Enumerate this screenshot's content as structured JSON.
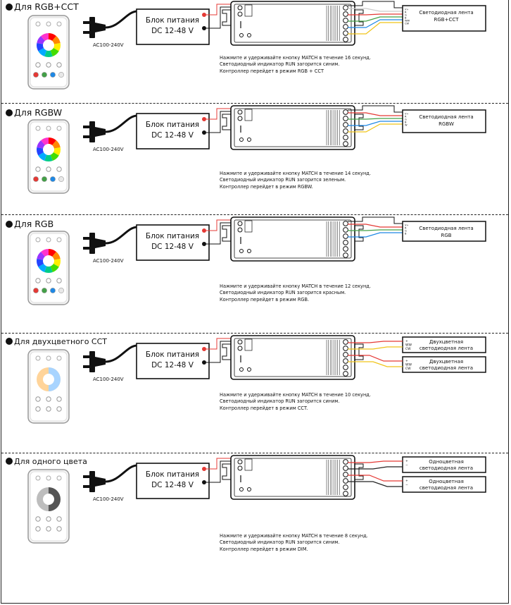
{
  "sections": [
    {
      "title": "Для RGB+CCT",
      "remote": "rgb",
      "remote_buttons": [
        "red",
        "green",
        "blue",
        "white"
      ],
      "ac_label": "AC100-240V",
      "psu_line1": "Блок питания",
      "psu_line2": "DC 12-48 V",
      "wire_colors": [
        "#ffffff",
        "#e53935",
        "#43a047",
        "#1e88e5",
        "#f0c419"
      ],
      "strips": [
        {
          "line1": "Светодиодная лента",
          "line2": "RGB+CCT",
          "pins": [
            "V+",
            "R",
            "G",
            "B",
            "WW",
            "CW"
          ]
        }
      ],
      "note": [
        "Нажмите и удерживайте кнопку MATCH в течение 16 секунд.",
        "Светодиодный индикатор RUN загорится синим.",
        "Контроллер перейдет в режим RGB + CCT"
      ]
    },
    {
      "title": "Для RGBW",
      "remote": "rgb",
      "remote_buttons": [
        "red",
        "green",
        "blue",
        "white"
      ],
      "ac_label": "AC100-240V",
      "psu_line1": "Блок питания",
      "psu_line2": "DC 12-48 V",
      "wire_colors": [
        "#e53935",
        "#43a047",
        "#1e88e5",
        "#f0c419"
      ],
      "strips": [
        {
          "line1": "Светодиодная лента",
          "line2": "RGBW",
          "pins": [
            "V+",
            "R",
            "G",
            "B",
            "W"
          ]
        }
      ],
      "note": [
        "Нажмите и удерживайте кнопку MATCH в течение 14 секунд.",
        "Светодиодный индикатор RUN загорится зеленым.",
        "Контроллер перейдет в режим RGBW."
      ]
    },
    {
      "title": "Для RGB",
      "remote": "rgb",
      "remote_buttons": [
        "red",
        "green",
        "blue",
        "white"
      ],
      "ac_label": "AC100-240V",
      "psu_line1": "Блок питания",
      "psu_line2": "DC 12-48 V",
      "wire_colors": [
        "#e53935",
        "#43a047",
        "#1e88e5"
      ],
      "strips": [
        {
          "line1": "Светодиодная лента",
          "line2": "RGB",
          "pins": [
            "V+",
            "R",
            "G",
            "B"
          ]
        }
      ],
      "note": [
        "Нажмите и удерживайте кнопку MATCH в течение 12 секунд.",
        "Светодиодный индикатор RUN загорится красным.",
        "Контроллер перейдет в режим RGB."
      ]
    },
    {
      "title": "Для двухцветного CCT",
      "remote": "cct",
      "remote_buttons": [],
      "ac_label": "AC100-240V",
      "psu_line1": "Блок питания",
      "psu_line2": "DC 12-48 V",
      "wire_colors": [
        "#e53935",
        "#f0c419",
        "#e53935",
        "#f0c419"
      ],
      "strips": [
        {
          "line1": "Двухцветная",
          "line2": "светодиодная лента",
          "pins": [
            "+",
            "WW",
            "CW"
          ]
        },
        {
          "line1": "Двухцветная",
          "line2": "светодиодная лента",
          "pins": [
            "+",
            "WW",
            "CW"
          ]
        }
      ],
      "note": [
        "Нажмите и удерживайте кнопку MATCH в течение 10 секунд.",
        "Светодиодный индикатор RUN загорится синим.",
        "Контроллер перейдет в режим CCT."
      ]
    },
    {
      "title": "Для одного цвета",
      "remote": "dim",
      "remote_buttons": [],
      "ac_label": "AC100-240V",
      "psu_line1": "Блок питания",
      "psu_line2": "DC 12-48 V",
      "wire_colors": [
        "#e53935",
        "#222222",
        "#e53935",
        "#222222"
      ],
      "strips": [
        {
          "line1": "Одноцветная",
          "line2": "светодиодная лента",
          "pins": [
            "+",
            "−"
          ]
        },
        {
          "line1": "Одноцветная",
          "line2": "светодиодная лента",
          "pins": [
            "+",
            "−"
          ]
        }
      ],
      "note": [
        "Нажмите и удерживайте кнопку MATCH в течение 8 секунд.",
        "Светодиодный индикатор RUN загорится синим.",
        "Контроллер перейдет в режим DIM."
      ]
    }
  ]
}
